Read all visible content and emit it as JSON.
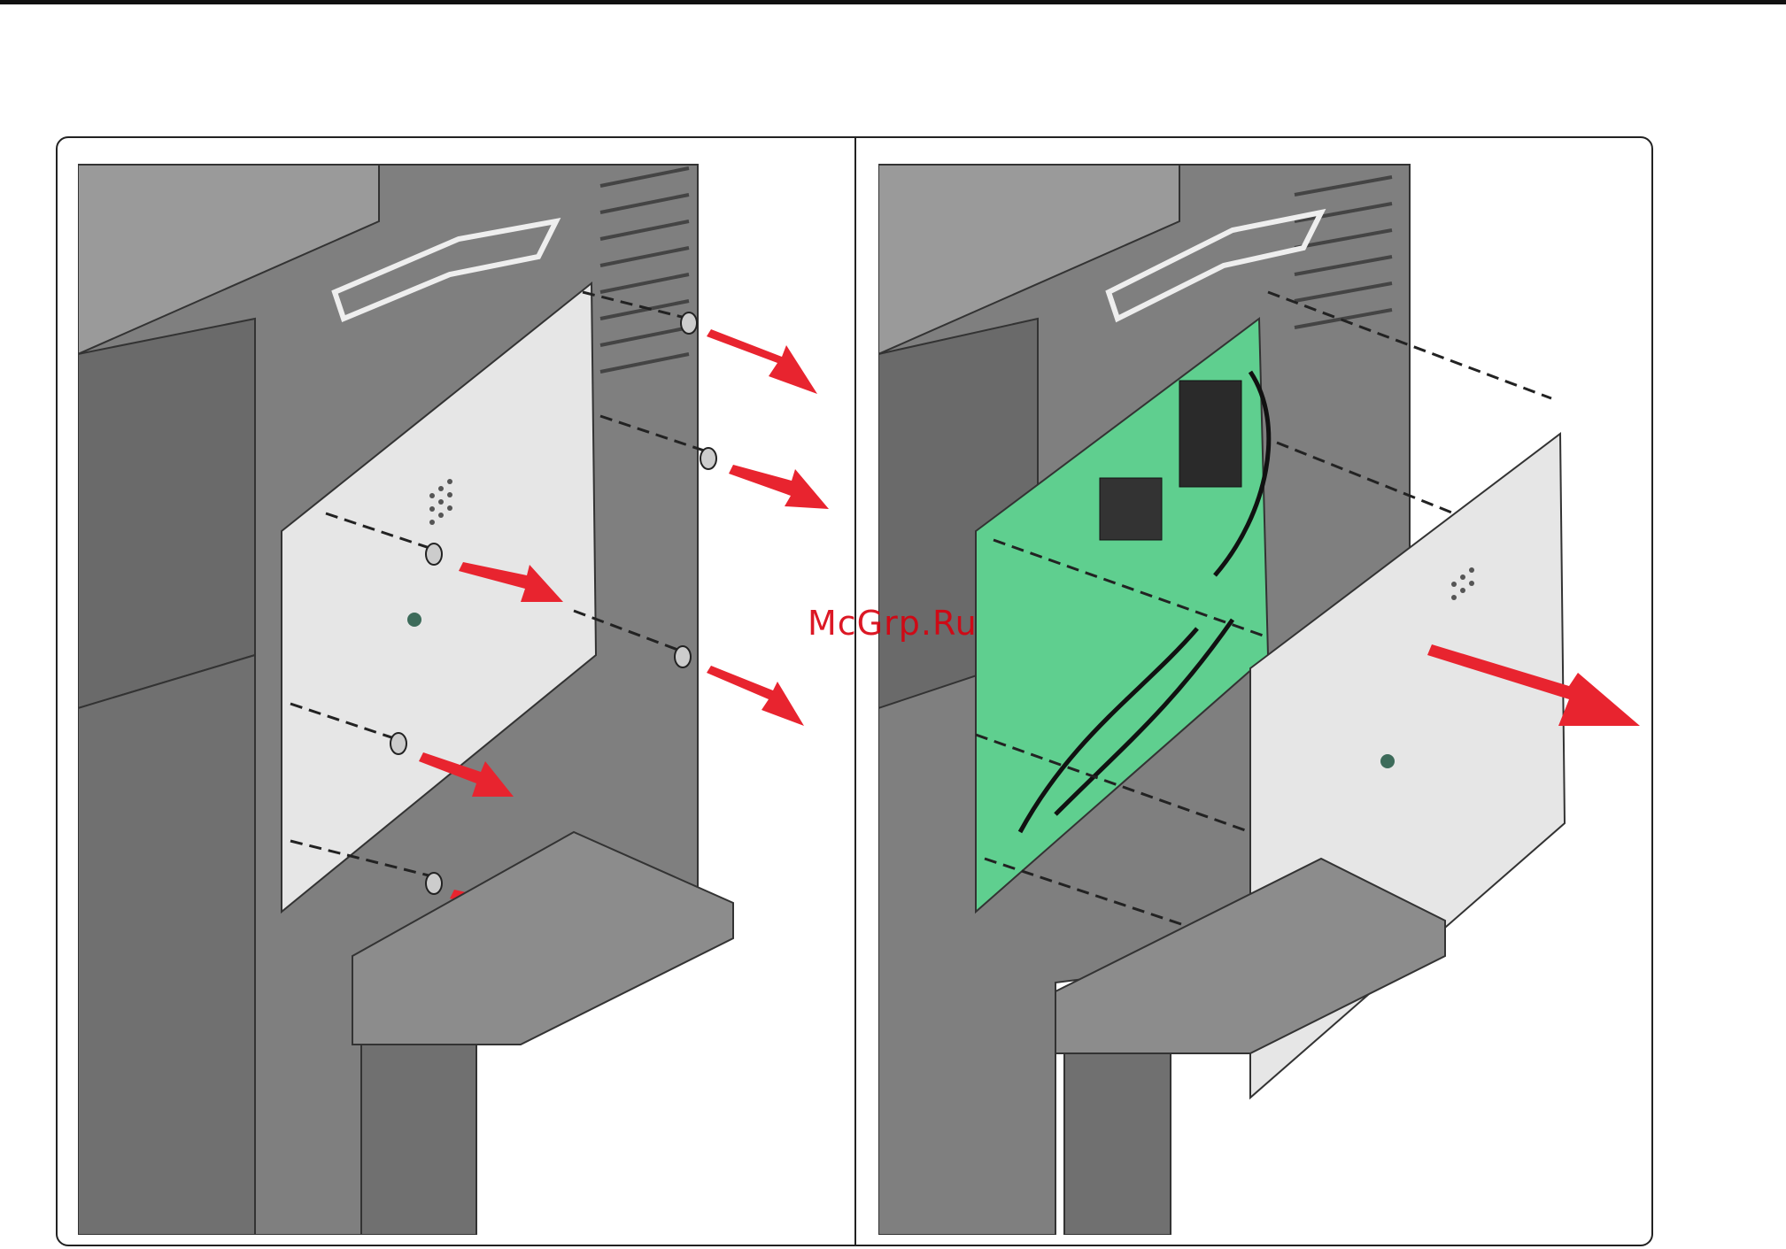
{
  "document": {
    "watermark": "McGrp.Ru",
    "figures": [
      {
        "step": "remove-screws",
        "description_icon": "screw-icon",
        "arrow_color": "#e8242f"
      },
      {
        "step": "remove-shield",
        "description_icon": "shield-plate-icon",
        "arrow_color": "#e8242f"
      }
    ],
    "colors": {
      "printer_body": "#8a8a8a",
      "printer_dark": "#5e5e5e",
      "shield_plate": "#e8e8e8",
      "board_green": "#5fcf8f",
      "arrow_red": "#e8242f"
    }
  }
}
